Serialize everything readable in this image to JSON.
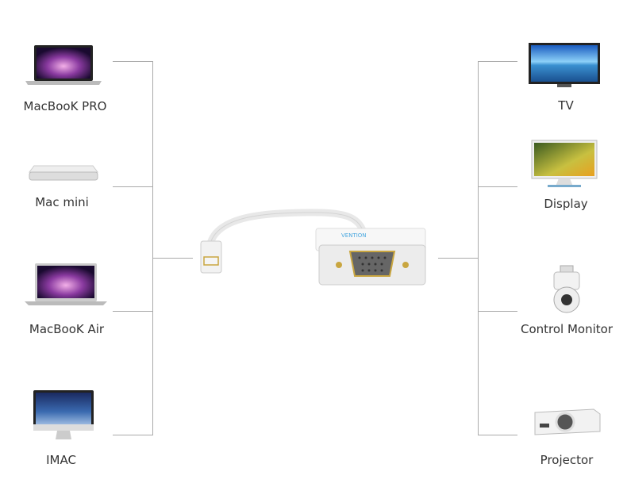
{
  "sources": [
    {
      "label": "MacBooK PRO",
      "icon": "macbook-pro-icon"
    },
    {
      "label": "Mac mini",
      "icon": "mac-mini-icon"
    },
    {
      "label": "MacBooK Air",
      "icon": "macbook-air-icon"
    },
    {
      "label": "IMAC",
      "icon": "imac-icon"
    }
  ],
  "targets": [
    {
      "label": "TV",
      "icon": "tv-icon"
    },
    {
      "label": "Display",
      "icon": "display-icon"
    },
    {
      "label": "Control Monitor",
      "icon": "dome-camera-icon"
    },
    {
      "label": "Projector",
      "icon": "projector-icon"
    }
  ],
  "adapter": {
    "brand_logo": "VENTION",
    "icon": "mini-displayport-to-vga-adapter-icon"
  },
  "colors": {
    "line": "#aaaaaa",
    "text": "#333333",
    "brand": "#4aa8e0"
  }
}
